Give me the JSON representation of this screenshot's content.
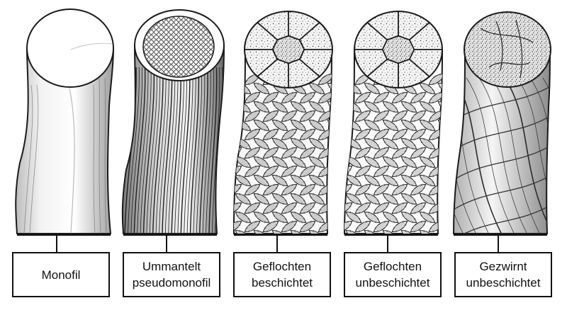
{
  "items": [
    {
      "label_lines": [
        "Monofil"
      ]
    },
    {
      "label_lines": [
        "Ummantelt",
        "pseudomonofil"
      ]
    },
    {
      "label_lines": [
        "Geflochten",
        "beschichtet"
      ]
    },
    {
      "label_lines": [
        "Geflochten",
        "unbeschichtet"
      ]
    },
    {
      "label_lines": [
        "Gezwirnt",
        "unbeschichtet"
      ]
    }
  ]
}
